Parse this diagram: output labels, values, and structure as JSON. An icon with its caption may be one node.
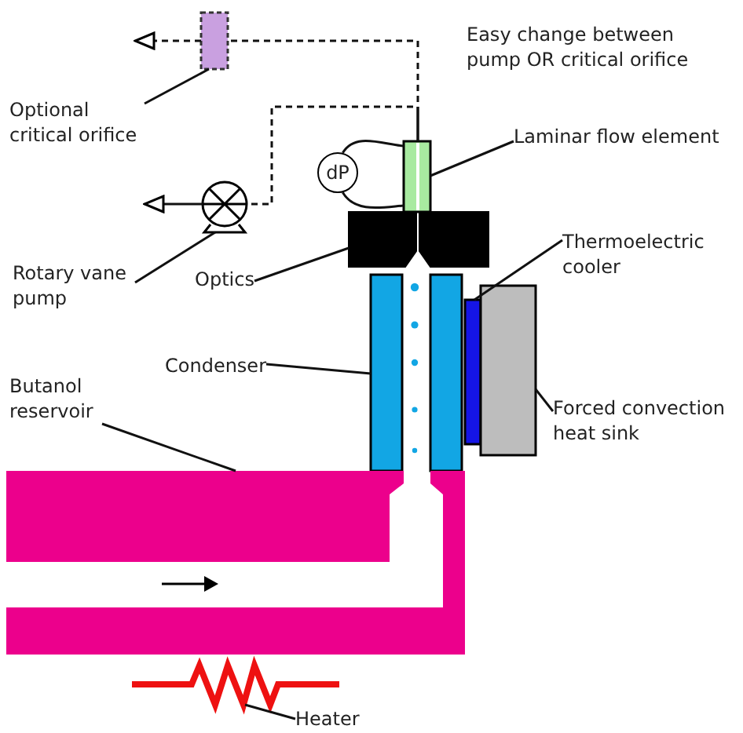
{
  "diagram": {
    "nodes": [
      {
        "text": [],
        "shape": "box"
      },
      {
        "text": [
          "Optional critical orifice"
        ]
      },
      {
        "text": [
          "Laminar flow element"
        ]
      },
      {
        "text": [],
        "shape": "box"
      },
      {
        "text": [
          "dP"
        ]
      },
      {
        "text": [],
        "shape": "circle"
      },
      {
        "text": [
          "Rotary vane pump"
        ]
      },
      {
        "text": [],
        "shape": "box"
      },
      {
        "text": [
          "Thermoelectric cooler"
        ]
      },
      {
        "text": [
          "Optics"
        ]
      },
      {
        "text": [],
        "shape": "box"
      },
      {
        "text": [],
        "shape": "bar"
      },
      {
        "text": [],
        "shape": "box"
      },
      {
        "text": [
          "Condenser"
        ]
      },
      {
        "text": [
          "Butanol reservoir"
        ]
      },
      {
        "text": [
          "Forced convection heat sink"
        ]
      },
      {
        "text": [],
        "shape": "picture"
      },
      {
        "text": [],
        "shape": "picture"
      },
      {
        "text": [
          "Heater"
        ]
      }
    ],
    "edges": [
      {
        "from": 1,
        "to": 0,
        "arrow": "none"
      },
      {
        "from": 2,
        "to": 3,
        "arrow": "none"
      },
      {
        "from": 4,
        "to": 3,
        "arrow": "none"
      },
      {
        "from": 4,
        "to": 3,
        "arrow": "none"
      },
      {
        "from": 6,
        "to": 5,
        "arrow": "none"
      },
      {
        "from": 9,
        "to": 7,
        "arrow": "none"
      },
      {
        "from": 8,
        "to": 11,
        "arrow": "none"
      },
      {
        "from": 13,
        "to": 10,
        "arrow": "none"
      },
      {
        "from": 14,
        "to": 16,
        "arrow": "none"
      },
      {
        "from": 15,
        "to": 12,
        "arrow": "none"
      },
      {
        "from": 18,
        "to": 17,
        "arrow": "none"
      },
      {
        "from": 3,
        "to": 0,
        "arrow": "none",
        "style": "dashed"
      },
      {
        "from": 0,
        "to": null,
        "arrow": "to",
        "style": "dashed"
      },
      {
        "from": 3,
        "to": 5,
        "arrow": "none",
        "style": "dashed"
      },
      {
        "from": 5,
        "to": null,
        "arrow": "to"
      }
    ],
    "labels": [
      "Easy change between pump OR critical orifice"
    ]
  }
}
